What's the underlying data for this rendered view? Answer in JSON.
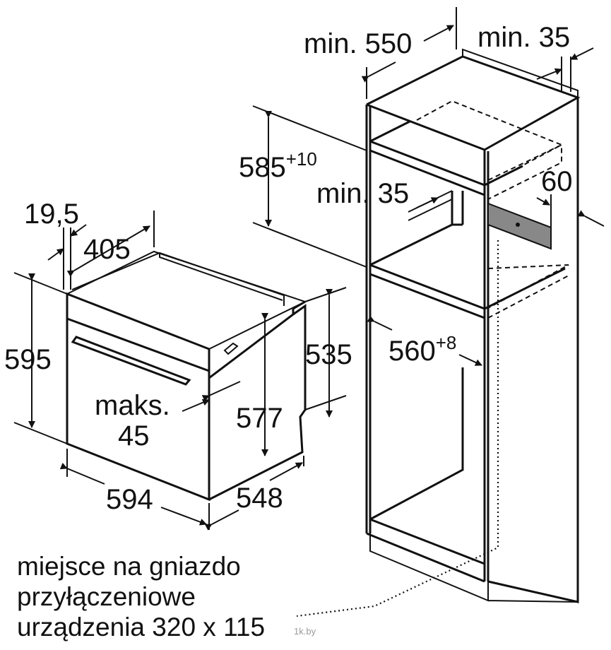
{
  "dimensions": {
    "oven_depth_total": "19,5",
    "oven_body_depth": "405",
    "oven_height": "595",
    "oven_inner_height": "535",
    "oven_panel_height": "577",
    "oven_width": "594",
    "oven_depth": "548",
    "door_max_label": "maks.",
    "door_max_value": "45",
    "niche_min_depth": "min. 550",
    "rear_gap_min": "min. 35",
    "niche_height": "585",
    "niche_height_tolerance": "+10",
    "vent_min": "min. 35",
    "vent_height": "60",
    "niche_width": "560",
    "niche_width_tolerance": "+8"
  },
  "note": {
    "line1": "miejsce na gniazdo",
    "line2": "przyłączeniowe",
    "line3": "urządzenia 320 x 115"
  },
  "watermark": "1k.by"
}
